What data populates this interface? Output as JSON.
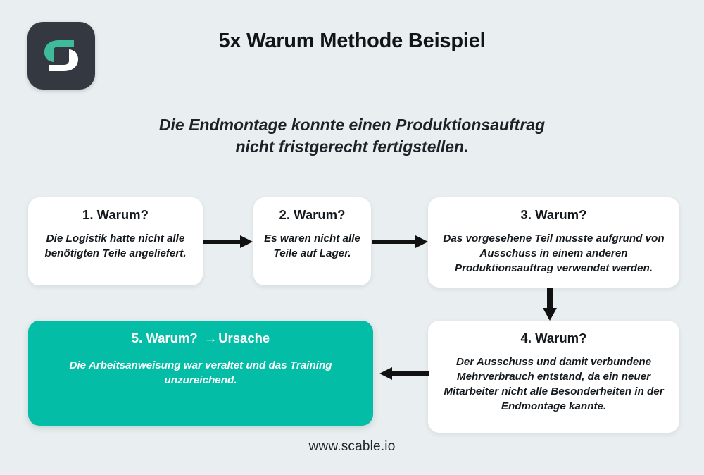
{
  "brand": {
    "logo_icon": "scable-s-logo-icon",
    "logo_dark_color": "#343941",
    "logo_green_color": "#3fba9d",
    "logo_white_color": "#ffffff"
  },
  "header": {
    "title": "5x Warum Methode Beispiel",
    "subtitle_line_1": "Die Endmontage konnte einen Produktionsauftrag",
    "subtitle_line_2": "nicht fristgerecht fertigstellen."
  },
  "theme": {
    "background": "#e9eef0",
    "card_background": "#ffffff",
    "accent": "#04bda6",
    "text": "#14191e",
    "arrow": "#111111"
  },
  "cards": [
    {
      "id": "why-1",
      "title": "1. Warum?",
      "body": "Die Logistik hatte nicht alle benötigten Teile angeliefert.",
      "accent": false
    },
    {
      "id": "why-2",
      "title": "2. Warum?",
      "body": "Es waren nicht alle Teile auf Lager.",
      "accent": false
    },
    {
      "id": "why-3",
      "title": "3. Warum?",
      "body": "Das vorgesehene Teil musste aufgrund von Ausschuss in einem anderen Produktionsauftrag verwendet werden.",
      "accent": false
    },
    {
      "id": "why-4",
      "title": "4. Warum?",
      "body": "Der Ausschuss und damit verbundene Mehrverbrauch entstand, da ein neuer Mitarbeiter nicht alle Besonderheiten in der Endmontage kannte.",
      "accent": false
    },
    {
      "id": "why-5",
      "title_prefix": "5. Warum?",
      "title_arrow": "→",
      "title_suffix": "Ursache",
      "body": "Die Arbeitsanweisung war veraltet und das Training unzureichend.",
      "accent": true
    }
  ],
  "arrows": [
    {
      "id": "arrow-1-2",
      "from": "why-1",
      "to": "why-2",
      "direction": "right"
    },
    {
      "id": "arrow-2-3",
      "from": "why-2",
      "to": "why-3",
      "direction": "right"
    },
    {
      "id": "arrow-3-4",
      "from": "why-3",
      "to": "why-4",
      "direction": "down"
    },
    {
      "id": "arrow-4-5",
      "from": "why-4",
      "to": "why-5",
      "direction": "left"
    }
  ],
  "footer": {
    "url": "www.scable.io"
  }
}
